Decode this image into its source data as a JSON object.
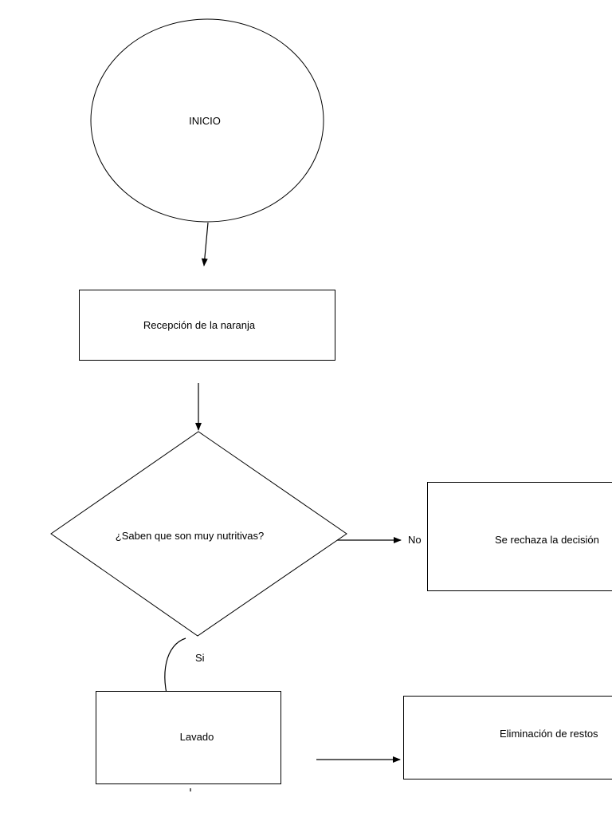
{
  "diagram": {
    "nodes": {
      "inicio": {
        "label": "INICIO"
      },
      "recepcion": {
        "label": "Recepción de la naranja"
      },
      "decision": {
        "label": "¿Saben que son muy nutritivas?"
      },
      "rechazo": {
        "label": "Se rechaza  la decisión"
      },
      "lavado": {
        "label": "Lavado"
      },
      "eliminacion": {
        "label": "Eliminación de restos"
      }
    },
    "edges": {
      "no_label": "No",
      "si_label": "Si"
    }
  },
  "colors": {
    "stroke": "#000000",
    "fill": "#ffffff",
    "text": "#000000"
  }
}
